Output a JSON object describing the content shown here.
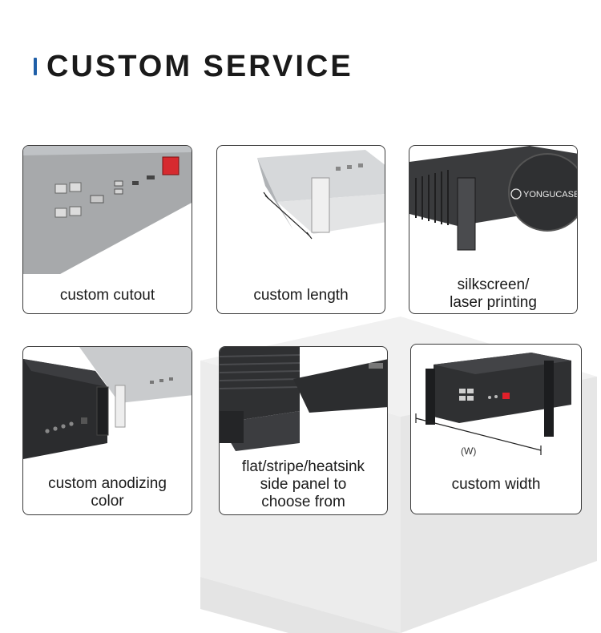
{
  "header": {
    "title": "CUSTOM SERVICE"
  },
  "cards": [
    {
      "label_lines": [
        "custom cutout"
      ]
    },
    {
      "label_lines": [
        "custom length"
      ]
    },
    {
      "label_lines": [
        "silkscreen/",
        "laser printing"
      ],
      "brand": "YONGUCASE"
    },
    {
      "label_lines": [
        "custom anodizing",
        "color"
      ]
    },
    {
      "label_lines": [
        "flat/stripe/heatsink",
        "side panel to",
        "choose from"
      ]
    },
    {
      "label_lines": [
        "custom width"
      ],
      "dimension": "(W)"
    }
  ],
  "colors": {
    "accent": "#1f5fa8",
    "power_switch": "#e0202a",
    "chassis_dark": "#2c2c2e",
    "chassis_light": "#bfc2c5"
  }
}
